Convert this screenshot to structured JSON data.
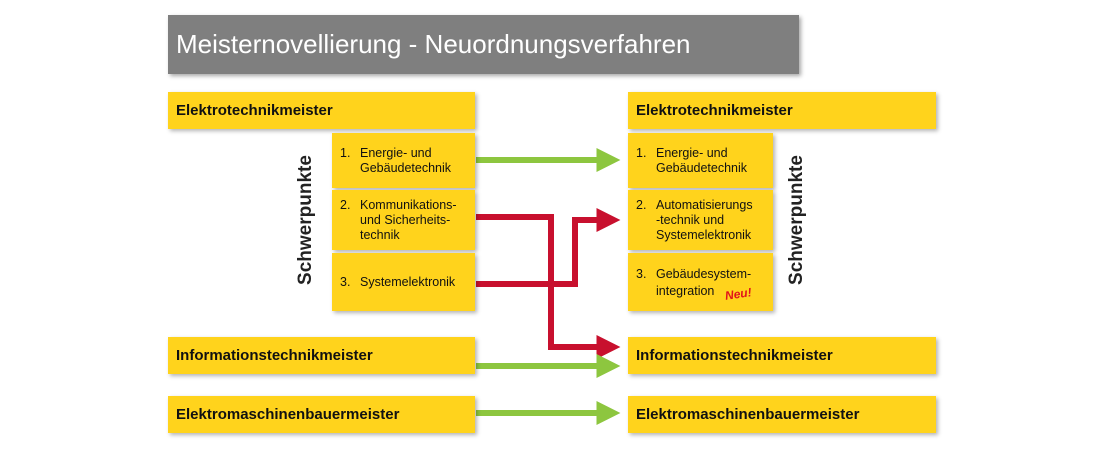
{
  "title": "Meisternovellierung - Neuordnungsverfahren",
  "left": {
    "header1": "Elektrotechnikmeister",
    "schwerpunkte_label": "Schwerpunkte",
    "items": [
      {
        "num": "1.",
        "lines": [
          "Energie- und",
          "Gebäudetechnik"
        ]
      },
      {
        "num": "2.",
        "lines": [
          "Kommunikations-",
          "und Sicherheits-",
          "technik"
        ]
      },
      {
        "num": "3.",
        "lines": [
          "Systemelektronik"
        ]
      }
    ],
    "header2": "Informationstechnikmeister",
    "header3": "Elektromaschinenbauermeister"
  },
  "right": {
    "header1": "Elektrotechnikmeister",
    "schwerpunkte_label": "Schwerpunkte",
    "items": [
      {
        "num": "1.",
        "lines": [
          "Energie- und",
          "Gebäudetechnik"
        ]
      },
      {
        "num": "2.",
        "lines": [
          "Automatisierungs",
          "-technik und",
          "Systemelektronik"
        ]
      },
      {
        "num": "3.",
        "lines": [
          "Gebäudesystem-",
          "integration"
        ]
      }
    ],
    "new_badge": "Neu!",
    "header2": "Informationstechnikmeister",
    "header3": "Elektromaschinenbauermeister"
  },
  "colors": {
    "box": "#ffd31c",
    "title_bar": "#7f7f7f",
    "green_arrow": "#8dc63f",
    "red_arrow": "#c8102e",
    "new_badge": "#e1141b"
  }
}
